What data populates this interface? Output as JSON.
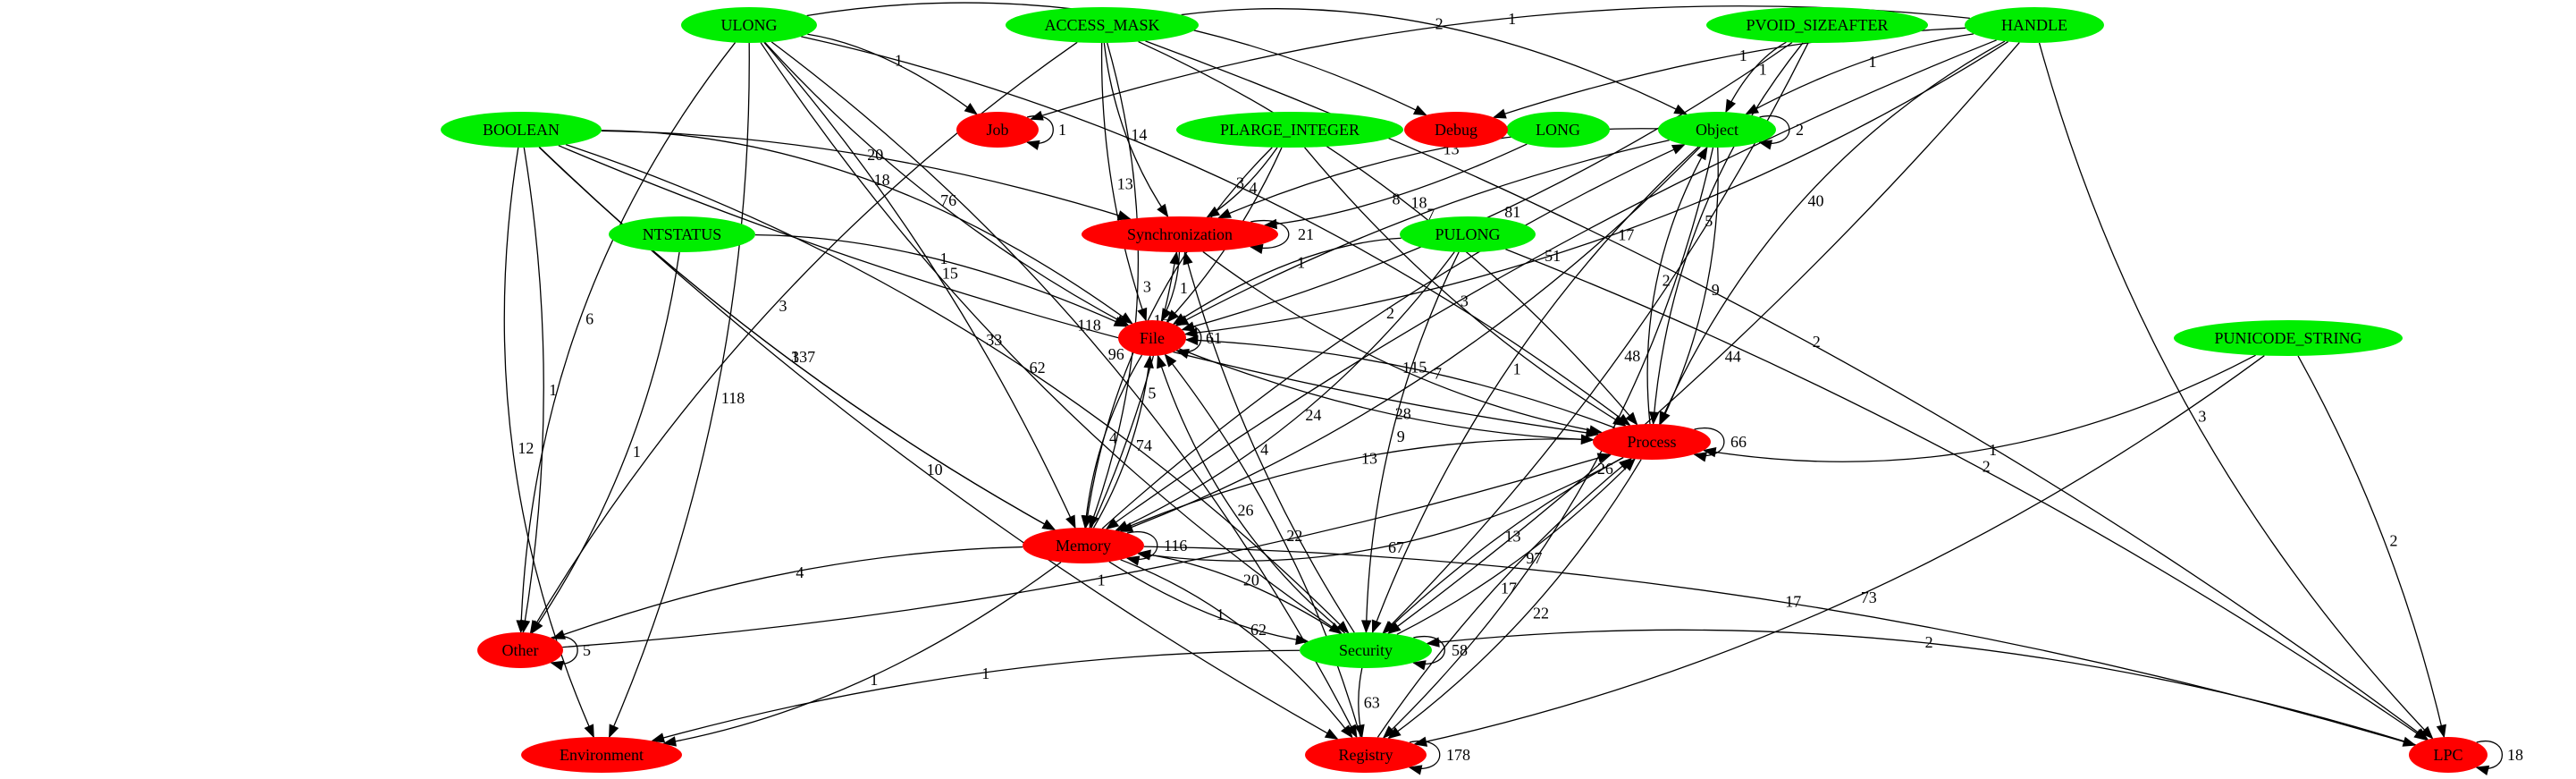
{
  "colors": {
    "type_node": "#00ee00",
    "category_node": "#ff0000",
    "edge": "#000000"
  },
  "nodes": [
    {
      "id": "ULONG",
      "label": "ULONG",
      "kind": "type"
    },
    {
      "id": "ACCESS_MASK",
      "label": "ACCESS_MASK",
      "kind": "type"
    },
    {
      "id": "PVOID_SIZEAFTER",
      "label": "PVOID_SIZEAFTER",
      "kind": "type"
    },
    {
      "id": "HANDLE",
      "label": "HANDLE",
      "kind": "type"
    },
    {
      "id": "BOOLEAN",
      "label": "BOOLEAN",
      "kind": "type"
    },
    {
      "id": "PLARGE_INTEGER",
      "label": "PLARGE_INTEGER",
      "kind": "type"
    },
    {
      "id": "LONG",
      "label": "LONG",
      "kind": "type"
    },
    {
      "id": "NTSTATUS",
      "label": "NTSTATUS",
      "kind": "type"
    },
    {
      "id": "PULONG",
      "label": "PULONG",
      "kind": "type"
    },
    {
      "id": "PUNICODE_STRING",
      "label": "PUNICODE_STRING",
      "kind": "type"
    },
    {
      "id": "Security",
      "label": "Security",
      "kind": "type"
    },
    {
      "id": "Object",
      "label": "Object",
      "kind": "type"
    },
    {
      "id": "Job",
      "label": "Job",
      "kind": "category"
    },
    {
      "id": "Debug",
      "label": "Debug",
      "kind": "category"
    },
    {
      "id": "Synchronization",
      "label": "Synchronization",
      "kind": "category"
    },
    {
      "id": "File",
      "label": "File",
      "kind": "category"
    },
    {
      "id": "Process",
      "label": "Process",
      "kind": "category"
    },
    {
      "id": "Memory",
      "label": "Memory",
      "kind": "category"
    },
    {
      "id": "Other",
      "label": "Other",
      "kind": "category"
    },
    {
      "id": "Environment",
      "label": "Environment",
      "kind": "category"
    },
    {
      "id": "Registry",
      "label": "Registry",
      "kind": "category"
    },
    {
      "id": "LPC",
      "label": "LPC",
      "kind": "category"
    }
  ],
  "edges": [
    {
      "from": "ULONG",
      "to": "Job",
      "label": "1"
    },
    {
      "from": "ULONG",
      "to": "Debug",
      "label": "2"
    },
    {
      "from": "ULONG",
      "to": "Process",
      "label": "3"
    },
    {
      "from": "ULONG",
      "to": "File",
      "label": "76"
    },
    {
      "from": "ULONG",
      "to": "Memory",
      "label": "15"
    },
    {
      "from": "ULONG",
      "to": "Other",
      "label": "6"
    },
    {
      "from": "ULONG",
      "to": "Security",
      "label": "62"
    },
    {
      "from": "ULONG",
      "to": "Registry",
      "label": "96"
    },
    {
      "from": "ULONG",
      "to": "Environment",
      "label": "118"
    },
    {
      "from": "ACCESS_MASK",
      "to": "Object",
      "label": "2"
    },
    {
      "from": "ACCESS_MASK",
      "to": "Synchronization",
      "label": "14"
    },
    {
      "from": "ACCESS_MASK",
      "to": "File",
      "label": "13"
    },
    {
      "from": "ACCESS_MASK",
      "to": "Memory",
      "label": "3"
    },
    {
      "from": "ACCESS_MASK",
      "to": "Process",
      "label": "18"
    },
    {
      "from": "ACCESS_MASK",
      "to": "Other",
      "label": "3"
    },
    {
      "from": "ACCESS_MASK",
      "to": "LPC",
      "label": "2"
    },
    {
      "from": "PVOID_SIZEAFTER",
      "to": "Object",
      "label": "1"
    },
    {
      "from": "PVOID_SIZEAFTER",
      "to": "Process",
      "label": "5"
    },
    {
      "from": "PVOID_SIZEAFTER",
      "to": "Security",
      "label": "48"
    },
    {
      "from": "PVOID_SIZEAFTER",
      "to": "File",
      "label": "81"
    },
    {
      "from": "HANDLE",
      "to": "Object",
      "label": "1"
    },
    {
      "from": "HANDLE",
      "to": "Job",
      "label": "1"
    },
    {
      "from": "HANDLE",
      "to": "Debug",
      "label": "1"
    },
    {
      "from": "HANDLE",
      "to": "Process",
      "label": "40"
    },
    {
      "from": "HANDLE",
      "to": "Memory",
      "label": "51"
    },
    {
      "from": "HANDLE",
      "to": "Security",
      "label": "44"
    },
    {
      "from": "HANDLE",
      "to": "LPC",
      "label": "3"
    },
    {
      "from": "HANDLE",
      "to": "File",
      "label": "17"
    },
    {
      "from": "BOOLEAN",
      "to": "Synchronization",
      "label": "20"
    },
    {
      "from": "BOOLEAN",
      "to": "File",
      "label": "18"
    },
    {
      "from": "BOOLEAN",
      "to": "Memory",
      "label": "3"
    },
    {
      "from": "BOOLEAN",
      "to": "Other",
      "label": "1"
    },
    {
      "from": "BOOLEAN",
      "to": "Security",
      "label": "33"
    },
    {
      "from": "BOOLEAN",
      "to": "Registry",
      "label": "10"
    },
    {
      "from": "BOOLEAN",
      "to": "Environment",
      "label": "12"
    },
    {
      "from": "BOOLEAN",
      "to": "Process",
      "label": "118"
    },
    {
      "from": "BOOLEAN",
      "to": "Memory",
      "label": "137"
    },
    {
      "from": "PLARGE_INTEGER",
      "to": "Synchronization",
      "label": "4"
    },
    {
      "from": "PLARGE_INTEGER",
      "to": "File",
      "label": "4"
    },
    {
      "from": "PLARGE_INTEGER",
      "to": "Memory",
      "label": "15"
    },
    {
      "from": "PLARGE_INTEGER",
      "to": "Process",
      "label": "3"
    },
    {
      "from": "LONG",
      "to": "Synchronization",
      "label": "8"
    },
    {
      "from": "NTSTATUS",
      "to": "File",
      "label": "1"
    },
    {
      "from": "NTSTATUS",
      "to": "Other",
      "label": "1"
    },
    {
      "from": "PULONG",
      "to": "File",
      "label": "1"
    },
    {
      "from": "PULONG",
      "to": "Memory",
      "label": "24"
    },
    {
      "from": "PULONG",
      "to": "LPC",
      "label": "2"
    },
    {
      "from": "PULONG",
      "to": "Security",
      "label": "9"
    },
    {
      "from": "PUNICODE_STRING",
      "to": "Process",
      "label": "1"
    },
    {
      "from": "PUNICODE_STRING",
      "to": "LPC",
      "label": "2"
    },
    {
      "from": "PUNICODE_STRING",
      "to": "Registry",
      "label": "73"
    },
    {
      "from": "Object",
      "to": "Synchronization",
      "label": "13"
    },
    {
      "from": "Object",
      "to": "File",
      "label": "7"
    },
    {
      "from": "Object",
      "to": "Process",
      "label": "9"
    },
    {
      "from": "Object",
      "to": "Memory",
      "label": "7"
    },
    {
      "from": "Object",
      "to": "Registry",
      "label": "26"
    },
    {
      "from": "Object",
      "to": "Security",
      "label": "1"
    },
    {
      "from": "Synchronization",
      "to": "File",
      "label": "1"
    },
    {
      "from": "Synchronization",
      "to": "Process",
      "label": "1"
    },
    {
      "from": "File",
      "to": "Memory",
      "label": "4"
    },
    {
      "from": "File",
      "to": "Process",
      "label": "28"
    },
    {
      "from": "Process",
      "to": "File",
      "label": "15"
    },
    {
      "from": "Process",
      "to": "Object",
      "label": "2"
    },
    {
      "from": "Process",
      "to": "Memory",
      "label": "67"
    },
    {
      "from": "Process",
      "to": "Security",
      "label": "13"
    },
    {
      "from": "Process",
      "to": "Registry",
      "label": "22"
    },
    {
      "from": "Memory",
      "to": "File",
      "label": "74"
    },
    {
      "from": "Memory",
      "to": "Synchronization",
      "label": "5"
    },
    {
      "from": "Memory",
      "to": "Process",
      "label": "13"
    },
    {
      "from": "Memory",
      "to": "Object",
      "label": "2"
    },
    {
      "from": "Memory",
      "to": "Other",
      "label": "4"
    },
    {
      "from": "Memory",
      "to": "Security",
      "label": "1"
    },
    {
      "from": "Memory",
      "to": "Environment",
      "label": "1"
    },
    {
      "from": "Memory",
      "to": "Registry",
      "label": "62"
    },
    {
      "from": "Memory",
      "to": "LPC",
      "label": "17"
    },
    {
      "from": "Security",
      "to": "Memory",
      "label": "20"
    },
    {
      "from": "Security",
      "to": "File",
      "label": "26"
    },
    {
      "from": "Security",
      "to": "Synchronization",
      "label": "4"
    },
    {
      "from": "Security",
      "to": "Process",
      "label": "97"
    },
    {
      "from": "Security",
      "to": "Registry",
      "label": "63"
    },
    {
      "from": "Security",
      "to": "Environment",
      "label": "1"
    },
    {
      "from": "LPC",
      "to": "Security",
      "label": "2"
    },
    {
      "from": "Other",
      "to": "Process",
      "label": "1"
    },
    {
      "from": "Registry",
      "to": "File",
      "label": "22"
    },
    {
      "from": "Registry",
      "to": "Process",
      "label": "17"
    }
  ],
  "self_loops": [
    {
      "node": "Job",
      "label": "1"
    },
    {
      "node": "Object",
      "label": "2"
    },
    {
      "node": "Synchronization",
      "label": "21"
    },
    {
      "node": "File",
      "label": "61"
    },
    {
      "node": "Process",
      "label": "66"
    },
    {
      "node": "Memory",
      "label": "116"
    },
    {
      "node": "Other",
      "label": "5"
    },
    {
      "node": "Security",
      "label": "58"
    },
    {
      "node": "Registry",
      "label": "178"
    },
    {
      "node": "LPC",
      "label": "18"
    }
  ]
}
